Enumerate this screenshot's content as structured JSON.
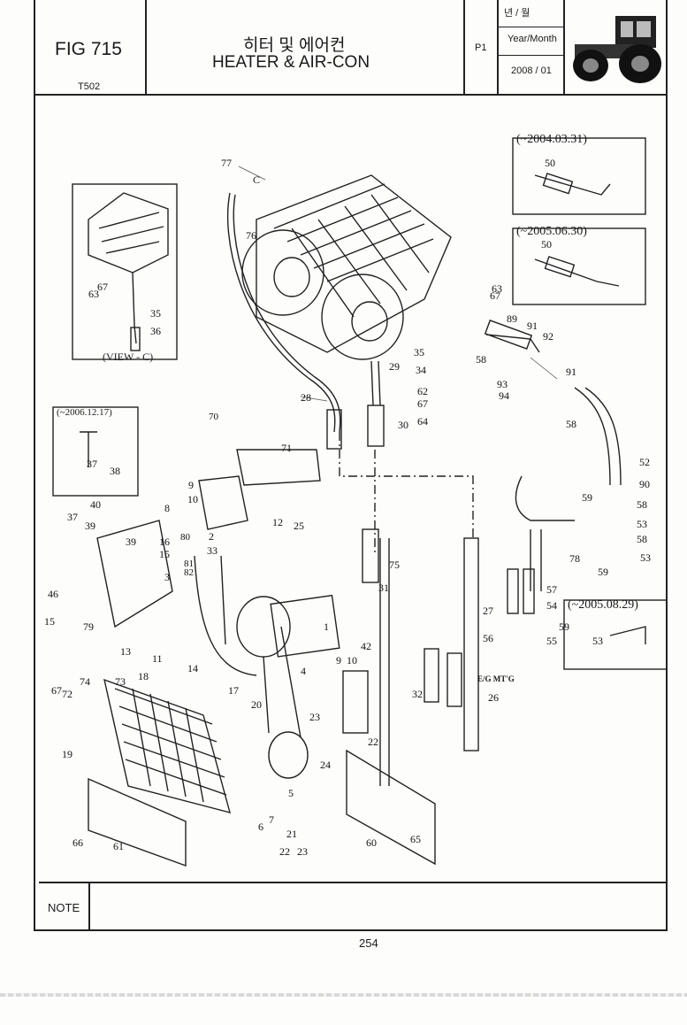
{
  "header": {
    "fig_label": "FIG 715",
    "model": "T502",
    "title_ko": "히터 및 에어컨",
    "title_en": "HEATER & AIR-CON",
    "page_label": "P1",
    "year_month_ko": "년 / 월",
    "year_month_en": "Year/Month",
    "year_month_value": "2008 / 01",
    "tractor_icon": "tractor-icon"
  },
  "callouts": {
    "c1": "(~2004.03.31)",
    "c2": "(~2005.06.30)",
    "c3": "(~2006.12.17)",
    "c4": "(~2005.08.29)",
    "view": "(VIEW - C)",
    "view_letter": "C",
    "eg_mtg": "E/G MT'G"
  },
  "parts": [
    "1",
    "2",
    "3",
    "4",
    "5",
    "6",
    "7",
    "8",
    "9",
    "10",
    "11",
    "12",
    "13",
    "14",
    "15",
    "16",
    "17",
    "18",
    "19",
    "20",
    "21",
    "22",
    "23",
    "24",
    "25",
    "26",
    "27",
    "28",
    "29",
    "30",
    "31",
    "32",
    "33",
    "34",
    "35",
    "36",
    "37",
    "38",
    "39",
    "40",
    "42",
    "46",
    "50",
    "52",
    "53",
    "54",
    "55",
    "56",
    "57",
    "58",
    "59",
    "60",
    "61",
    "62",
    "63",
    "64",
    "65",
    "66",
    "67",
    "70",
    "71",
    "72",
    "73",
    "74",
    "75",
    "76",
    "77",
    "78",
    "79",
    "80",
    "81",
    "82",
    "89",
    "90",
    "91",
    "92",
    "93",
    "94"
  ],
  "footer": {
    "note_label": "NOTE",
    "page_number": "254"
  }
}
